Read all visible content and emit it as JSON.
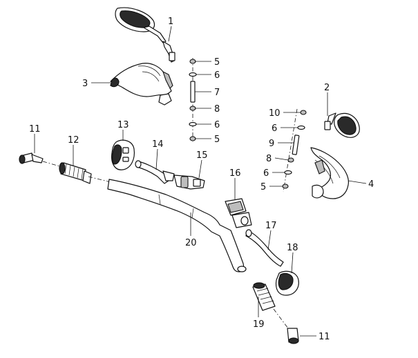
{
  "callouts": [
    {
      "id": "c1",
      "label": "1"
    },
    {
      "id": "c2",
      "label": "2"
    },
    {
      "id": "c3",
      "label": "3"
    },
    {
      "id": "c4",
      "label": "4"
    },
    {
      "id": "c5a",
      "label": "5"
    },
    {
      "id": "c6a",
      "label": "6"
    },
    {
      "id": "c7",
      "label": "7"
    },
    {
      "id": "c8a",
      "label": "8"
    },
    {
      "id": "c6b",
      "label": "6"
    },
    {
      "id": "c5b",
      "label": "5"
    },
    {
      "id": "c10",
      "label": "10"
    },
    {
      "id": "c6c",
      "label": "6"
    },
    {
      "id": "c9",
      "label": "9"
    },
    {
      "id": "c8b",
      "label": "8"
    },
    {
      "id": "c6d",
      "label": "6"
    },
    {
      "id": "c5c",
      "label": "5"
    },
    {
      "id": "c11a",
      "label": "11"
    },
    {
      "id": "c12",
      "label": "12"
    },
    {
      "id": "c13",
      "label": "13"
    },
    {
      "id": "c14",
      "label": "14"
    },
    {
      "id": "c15",
      "label": "15"
    },
    {
      "id": "c16",
      "label": "16"
    },
    {
      "id": "c17",
      "label": "17"
    },
    {
      "id": "c18",
      "label": "18"
    },
    {
      "id": "c19",
      "label": "19"
    },
    {
      "id": "c20",
      "label": "20"
    },
    {
      "id": "c11b",
      "label": "11"
    }
  ]
}
